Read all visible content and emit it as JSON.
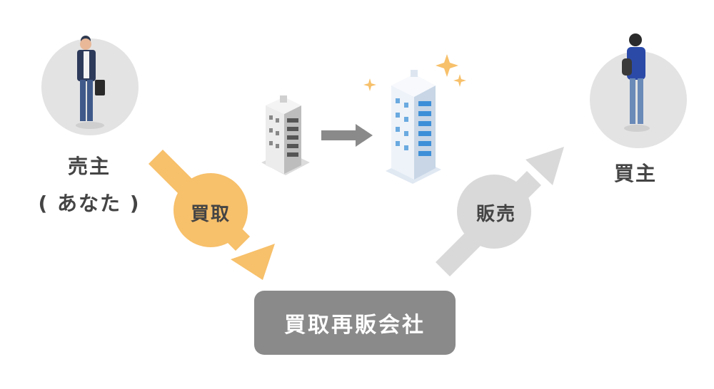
{
  "seller": {
    "label": "売主",
    "sublabel": "( あなた )"
  },
  "buyer": {
    "label": "買主"
  },
  "buy_step": {
    "label": "買取",
    "color": "#f7c06a"
  },
  "sell_step": {
    "label": "販売",
    "color": "#d9d9d9"
  },
  "company": {
    "label": "買取再販会社",
    "color": "#8a8a8a"
  },
  "icons": [
    "seller-person-icon",
    "buyer-person-icon",
    "old-building-icon",
    "renovated-building-icon",
    "sparkle-icon"
  ]
}
